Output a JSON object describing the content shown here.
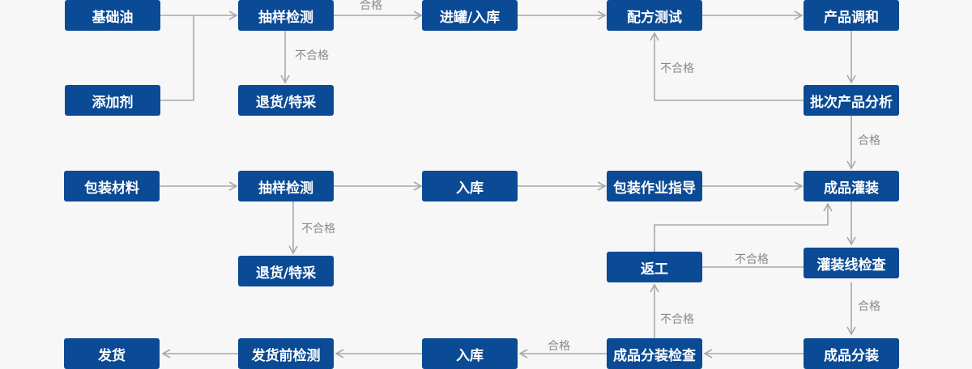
{
  "nodes": {
    "base_oil": "基础油",
    "additive": "添加剂",
    "sampling_test_1": "抽样检测",
    "return_1": "退货/特采",
    "tank_storage": "进罐/入库",
    "formula_test": "配方测试",
    "blending": "产品调和",
    "batch_analysis": "批次产品分析",
    "packaging_material": "包装材料",
    "sampling_test_2": "抽样检测",
    "return_2": "退货/特采",
    "storage_1": "入库",
    "packaging_guide": "包装作业指导",
    "filling": "成品灌装",
    "rework": "返工",
    "filling_line_check": "灌装线检查",
    "dispensing": "成品分装",
    "dispensing_check": "成品分装检查",
    "storage_2": "入库",
    "pre_shipment_test": "发货前检测",
    "shipment": "发货"
  },
  "labels": {
    "pass_1": "合格",
    "fail_1": "不合格",
    "fail_formula": "不合格",
    "pass_batch": "合格",
    "fail_2": "不合格",
    "fail_line": "不合格",
    "pass_line": "合格",
    "fail_dispense": "不合格",
    "pass_dispense": "合格"
  },
  "colors": {
    "node_fill": "#0b4a94",
    "node_text": "#ffffff",
    "connector": "#a9a9a9",
    "label_text": "#8a8a8a",
    "background": "#f7f7f8"
  }
}
